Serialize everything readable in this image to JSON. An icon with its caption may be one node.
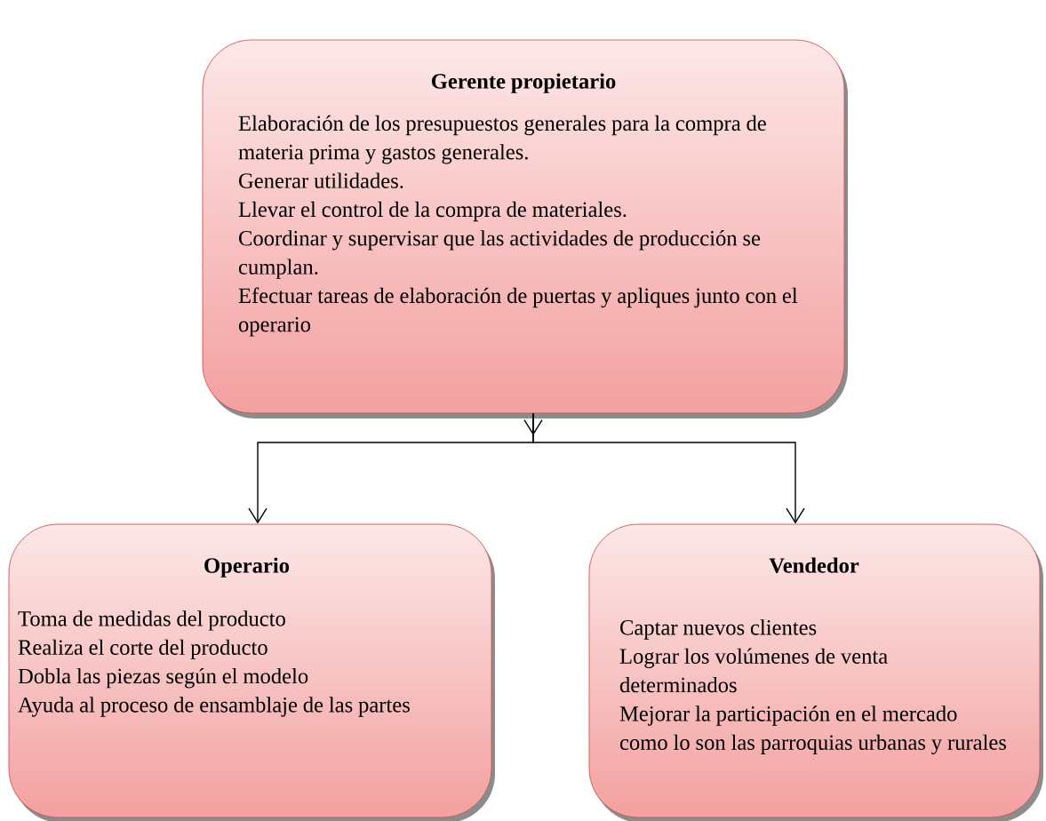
{
  "diagram": {
    "nodes": [
      {
        "text": [
          "Gerente propietario",
          "Elaboración de los presupuestos generales para la compra de materia prima y gastos generales.",
          "Generar utilidades.",
          "Llevar el control de la compra de materiales.",
          "Coordinar y supervisar que las actividades de producción se cumplan.",
          "Efectuar tareas de elaboración de puertas y apliques junto con el operario"
        ]
      },
      {
        "text": [
          "Operario",
          "Toma de medidas del producto",
          "Realiza el corte del producto",
          "Dobla las piezas según el modelo",
          "Ayuda al proceso de ensamblaje de las partes"
        ]
      },
      {
        "text": [
          "Vendedor",
          "Captar nuevos clientes",
          "Lograr los volúmenes de venta determinados",
          "Mejorar la participación en el mercado como lo son las parroquias urbanas y rurales"
        ]
      }
    ],
    "edges": [
      {
        "from": 0,
        "to": 1,
        "arrow": "to"
      },
      {
        "from": 0,
        "to": 2,
        "arrow": "to"
      }
    ]
  }
}
